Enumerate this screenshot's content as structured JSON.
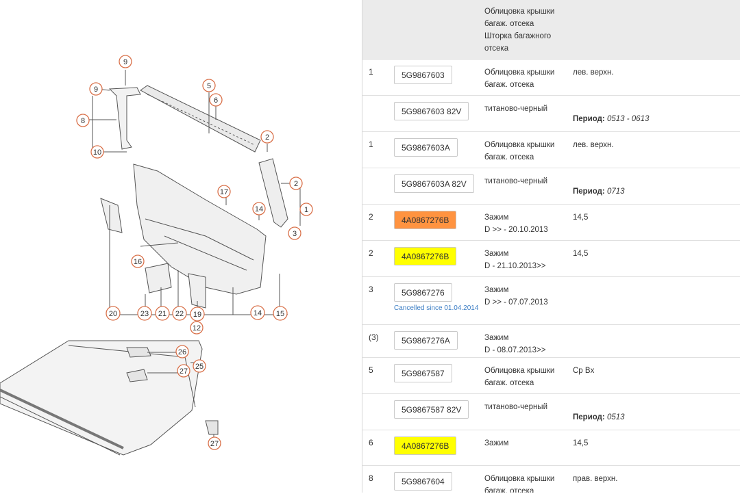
{
  "header": {
    "lines": [
      "Облицовка крышки",
      "багаж. отсека",
      "Шторка багажного",
      "отсека"
    ]
  },
  "rows": [
    {
      "pos": "1",
      "pn": "5G9867603",
      "desc1": "Облицовка крышки",
      "desc2": "багаж. отсека",
      "note": "лев. верхн.",
      "highlight": ""
    },
    {
      "pos": "",
      "pn": "5G9867603 82V",
      "desc1": "титаново-черный",
      "desc2": "",
      "note": "",
      "period_label": "Период:",
      "period_value": "0513 - 0613",
      "highlight": ""
    },
    {
      "pos": "1",
      "pn": "5G9867603A",
      "desc1": "Облицовка крышки",
      "desc2": "багаж. отсека",
      "note": "лев. верхн.",
      "highlight": ""
    },
    {
      "pos": "",
      "pn": "5G9867603A 82V",
      "desc1": "титаново-черный",
      "desc2": "",
      "note": "",
      "period_label": "Период:",
      "period_value": "0713",
      "highlight": ""
    },
    {
      "pos": "2",
      "pn": "4A0867276B",
      "desc1": "Зажим",
      "desc2": "D >> - 20.10.2013",
      "note": "14,5",
      "highlight": "orange"
    },
    {
      "pos": "2",
      "pn": "4A0867276B",
      "desc1": "Зажим",
      "desc2": "D - 21.10.2013>>",
      "note": "14,5",
      "highlight": "yellow"
    },
    {
      "pos": "3",
      "pn": "5G9867276",
      "desc1": "Зажим",
      "desc2": "D >> - 07.07.2013",
      "note": "",
      "cancel": "Cancelled since 01.04.2014",
      "highlight": ""
    },
    {
      "pos": "(3)",
      "pn": "5G9867276A",
      "desc1": "Зажим",
      "desc2": "D - 08.07.2013>>",
      "note": "",
      "highlight": ""
    },
    {
      "pos": "5",
      "pn": "5G9867587",
      "desc1": "Облицовка крышки",
      "desc2": "багаж. отсека",
      "note": "Cp Bx",
      "highlight": ""
    },
    {
      "pos": "",
      "pn": "5G9867587 82V",
      "desc1": "титаново-черный",
      "desc2": "",
      "note": "",
      "period_label": "Период:",
      "period_value": "0513",
      "highlight": ""
    },
    {
      "pos": "6",
      "pn": "4A0867276B",
      "desc1": "Зажим",
      "desc2": "",
      "note": "14,5",
      "highlight": "yellow"
    },
    {
      "pos": "8",
      "pn": "5G9867604",
      "desc1": "Облицовка крышки",
      "desc2": "багаж. отсека",
      "note": "прав. верхн.",
      "highlight": ""
    }
  ],
  "diagram": {
    "callouts": [
      "9",
      "9",
      "8",
      "10",
      "5",
      "6",
      "2",
      "2",
      "1",
      "3",
      "17",
      "14",
      "16",
      "20",
      "23",
      "21",
      "22",
      "19",
      "14",
      "15",
      "12",
      "26",
      "25",
      "27",
      "27"
    ]
  }
}
